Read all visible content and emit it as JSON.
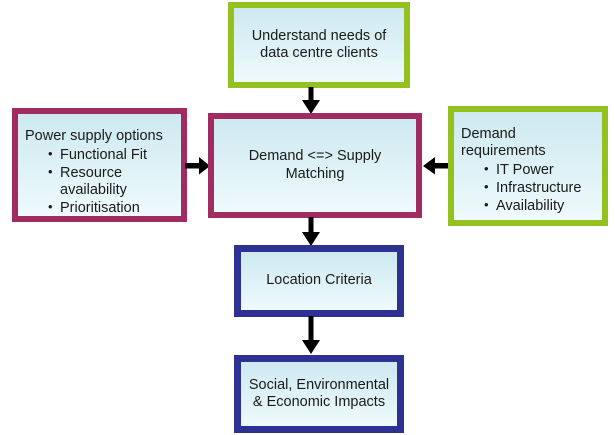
{
  "diagram": {
    "type": "flowchart",
    "background_color": "#ffffff",
    "colors": {
      "green_border": "#93c120",
      "maroon_border": "#a02c62",
      "blue_border": "#2e3192",
      "box_fill_top": "#cde9f0",
      "box_fill_bottom": "#effafc",
      "arrow_color": "#000000",
      "text_color": "#1a1a1a"
    },
    "nodes": {
      "understand": {
        "title": "Understand needs of\ndata centre clients",
        "border_color": "#93c120"
      },
      "power_supply": {
        "heading": "Power supply options",
        "items": [
          "Functional Fit",
          "Resource availability",
          "Prioritisation"
        ],
        "border_color": "#a02c62"
      },
      "matching": {
        "title": "Demand <=> Supply\nMatching",
        "border_color": "#a02c62"
      },
      "demand_requirements": {
        "heading": "Demand requirements",
        "items": [
          "IT Power",
          "Infrastructure",
          "Availability"
        ],
        "border_color": "#93c120"
      },
      "location": {
        "title": "Location Criteria",
        "border_color": "#2e3192"
      },
      "impacts": {
        "title": "Social, Environmental\n& Economic Impacts",
        "border_color": "#2e3192"
      }
    },
    "arrows": [
      {
        "name": "understand-to-matching",
        "direction": "down",
        "from": "understand",
        "to": "matching"
      },
      {
        "name": "power-to-matching",
        "direction": "right",
        "from": "power_supply",
        "to": "matching"
      },
      {
        "name": "demand-to-matching",
        "direction": "left",
        "from": "demand_requirements",
        "to": "matching"
      },
      {
        "name": "matching-to-location",
        "direction": "down",
        "from": "matching",
        "to": "location"
      },
      {
        "name": "location-to-impacts",
        "direction": "down",
        "from": "location",
        "to": "impacts"
      }
    ]
  }
}
